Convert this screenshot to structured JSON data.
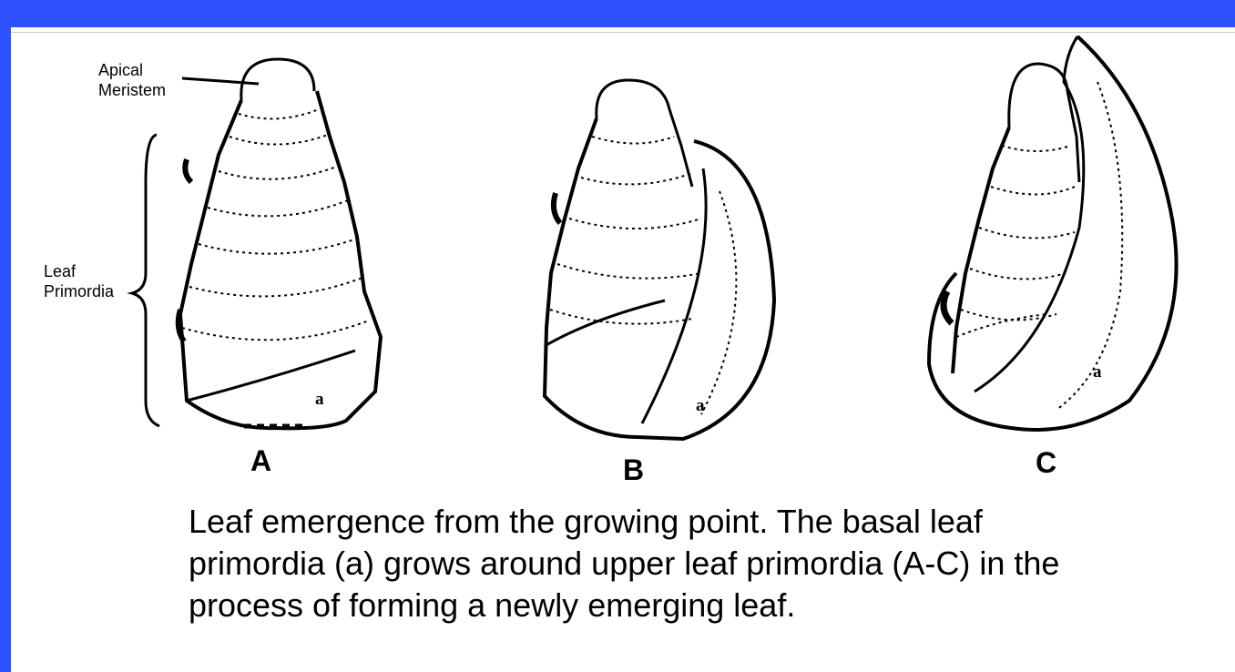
{
  "colors": {
    "frame_blue": "#2f52ff",
    "ink": "#000000",
    "divider": "#c8c8c8"
  },
  "labels": {
    "apical_line1": "Apical",
    "apical_line2": "Meristem",
    "leaf_line1": "Leaf",
    "leaf_line2": "Primordia",
    "fig_a": "A",
    "fig_b": "B",
    "fig_c": "C",
    "primordium_a": "a"
  },
  "caption": {
    "line1": "Leaf emergence from the growing point.  The basal leaf",
    "line2": "primordia (a) grows around upper leaf primordia (A-C) in the",
    "line3": "process of forming a newly emerging leaf."
  }
}
